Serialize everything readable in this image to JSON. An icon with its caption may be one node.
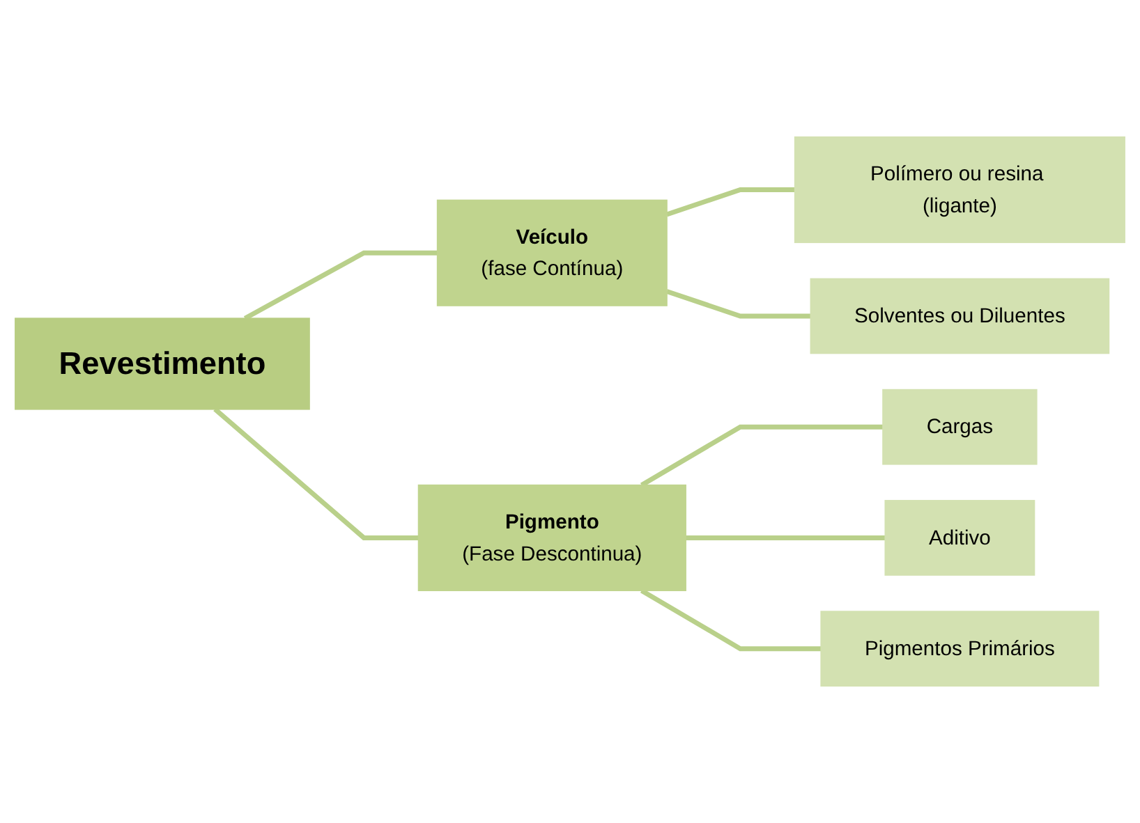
{
  "diagram": {
    "nodes": [
      {
        "text": [
          "Revestimento"
        ]
      },
      {
        "text": [
          "Veículo",
          "(fase Contínua)"
        ]
      },
      {
        "text": [
          "Polímero ou resina (ligante)"
        ]
      },
      {
        "text": [
          "Solventes ou Diluentes"
        ]
      },
      {
        "text": [
          "Pigmento",
          "(Fase Descontinua)"
        ]
      },
      {
        "text": [
          "Cargas"
        ]
      },
      {
        "text": [
          "Aditivo"
        ]
      },
      {
        "text": [
          "Pigmentos Primários"
        ]
      }
    ],
    "edges": [
      {
        "from": 0,
        "to": 1,
        "arrow": "none"
      },
      {
        "from": 1,
        "to": 2,
        "arrow": "none"
      },
      {
        "from": 1,
        "to": 3,
        "arrow": "none"
      },
      {
        "from": 0,
        "to": 4,
        "arrow": "none"
      },
      {
        "from": 4,
        "to": 5,
        "arrow": "none"
      },
      {
        "from": 4,
        "to": 6,
        "arrow": "none"
      },
      {
        "from": 4,
        "to": 7,
        "arrow": "none"
      }
    ]
  }
}
